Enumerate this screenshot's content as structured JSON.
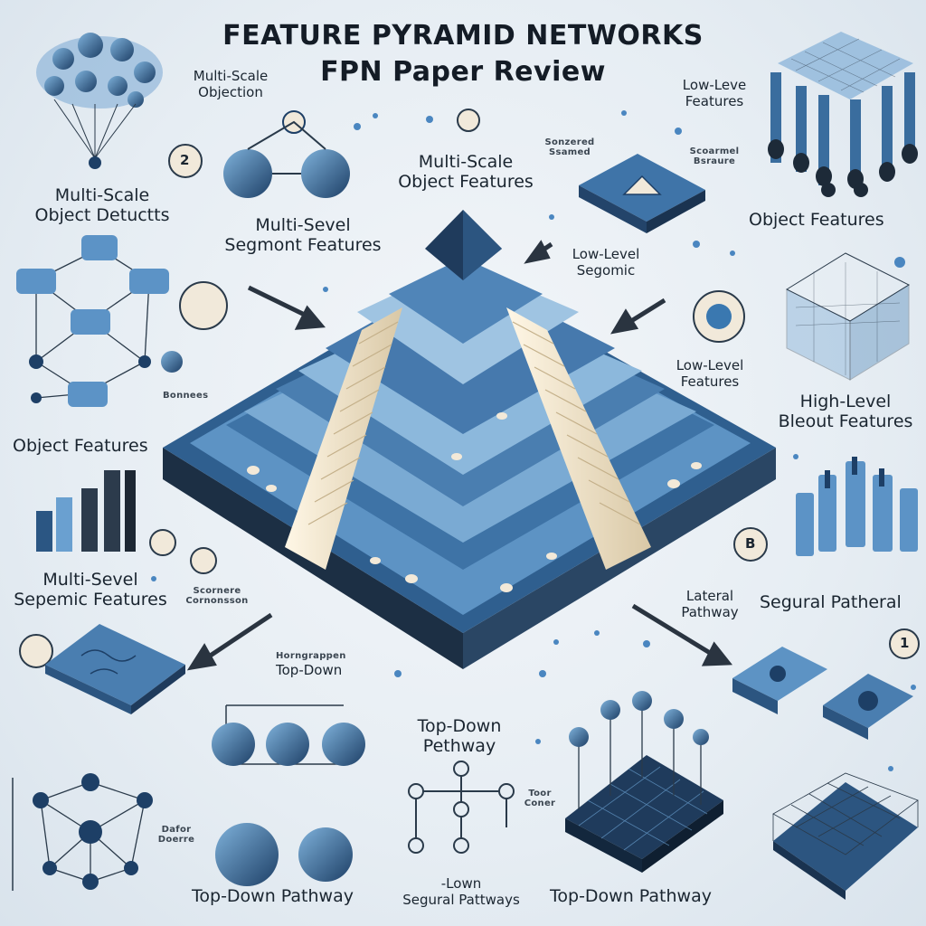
{
  "title_line1": "FEATURE PYRAMID NETWORKS",
  "title_line2": "FPN Paper Review",
  "labels": {
    "multi_scale_objection_1": "Multi-Scale",
    "multi_scale_objection_2": "Objection",
    "multi_scale_detects_1": "Multi-Scale",
    "multi_scale_detects_2": "Object Detuctts",
    "multi_sevel_segmont_1": "Multi-Sevel",
    "multi_sevel_segmont_2": "Segmont Features",
    "object_features_center_1": "Multi-Scale",
    "object_features_center_2": "Object  Features",
    "sonzered_1": "Sonzered",
    "sonzered_2": "Ssamed",
    "scoarmel_1": "Scoarmel",
    "scoarmel_2": "Bsraure",
    "low_leve_1": "Low-Leve",
    "low_leve_2": "Features",
    "object_features_right": "Object Features",
    "low_level_segomic_1": "Low-Level",
    "low_level_segomic_2": "Segomic",
    "low_level_features_1": "Low-Level",
    "low_level_features_2": "Features",
    "high_level_1": "High-Level",
    "high_level_2": "Bleout Features",
    "object_features_left": "Object Features",
    "bonnees": "Bonnees",
    "multi_sevel_semantic_1": "Multi-Sevel",
    "multi_sevel_semantic_2": "Sepemic Features",
    "small_left_1": "Scornere",
    "small_left_2": "Cornonsson",
    "lateral_1": "Lateral",
    "lateral_2": "Pathway",
    "segural_patheral": "Segural Patheral",
    "topdown_small": "Horngrappen",
    "top_down_short": "Top-Down",
    "top_down_center_1": "Top-Down",
    "top_down_center_2": "Pethway",
    "toor_coner_1": "Toor",
    "toor_coner_2": "Coner",
    "dafor_doerre_1": "Dafor",
    "dafor_doerre_2": "Doerre",
    "top_down_bottom_left": "Top-Down Pathway",
    "lown_1": "-Lown",
    "lown_2": "Segural Pattways",
    "top_down_bottom_right": "Top-Down Pathway"
  },
  "badges": {
    "b_left": "2",
    "b_right": "B",
    "b_num1": "1"
  },
  "colors": {
    "pyramid_light": "#9cc0dc",
    "pyramid_mid": "#5c8fbf",
    "pyramid_dark": "#2e5a85",
    "pyramid_top": "#1f3b5c",
    "stair": "#f0e6d2",
    "node": "#3a78b0",
    "dark_node": "#1d3f66",
    "line": "#2a3a4a"
  }
}
